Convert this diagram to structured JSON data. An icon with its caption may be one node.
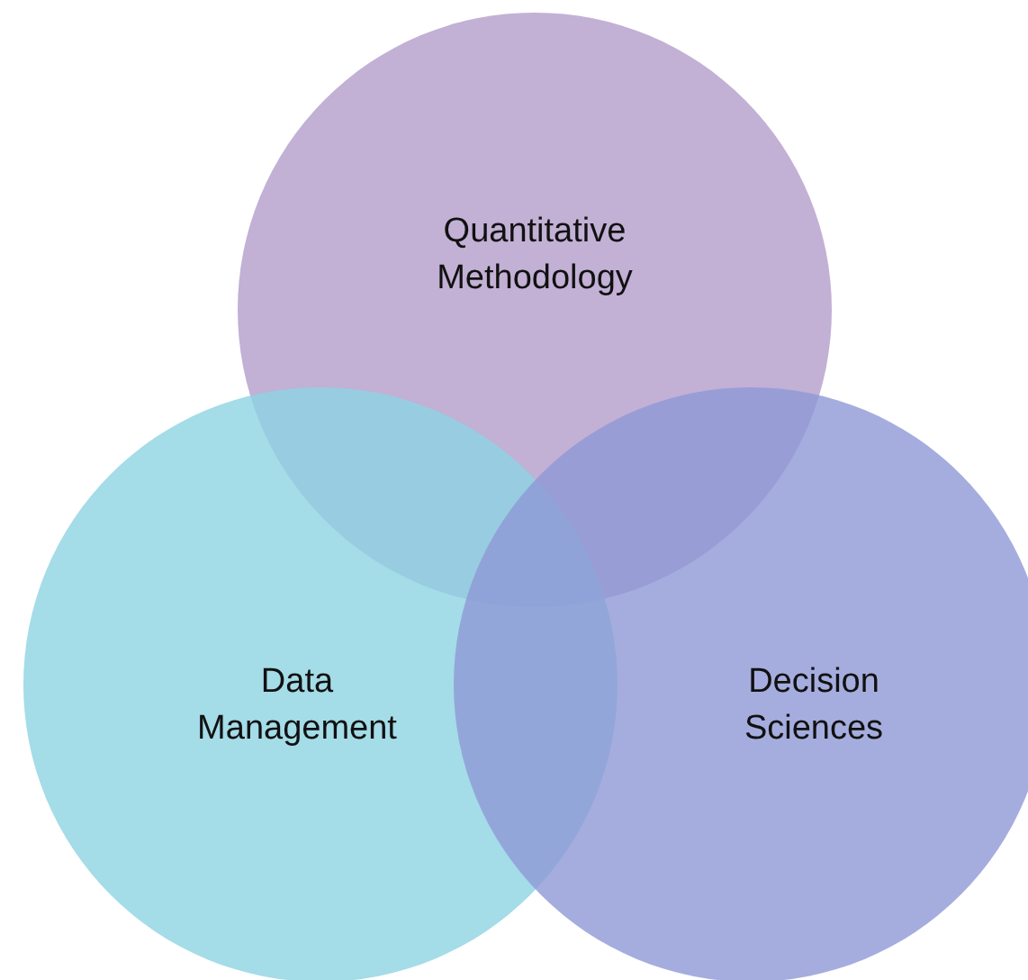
{
  "diagram": {
    "nodes": [
      {
        "text": [
          "Quantitative Methodology"
        ]
      },
      {
        "text": [
          "Data Management"
        ]
      },
      {
        "text": [
          "Decision Sciences"
        ]
      }
    ]
  }
}
